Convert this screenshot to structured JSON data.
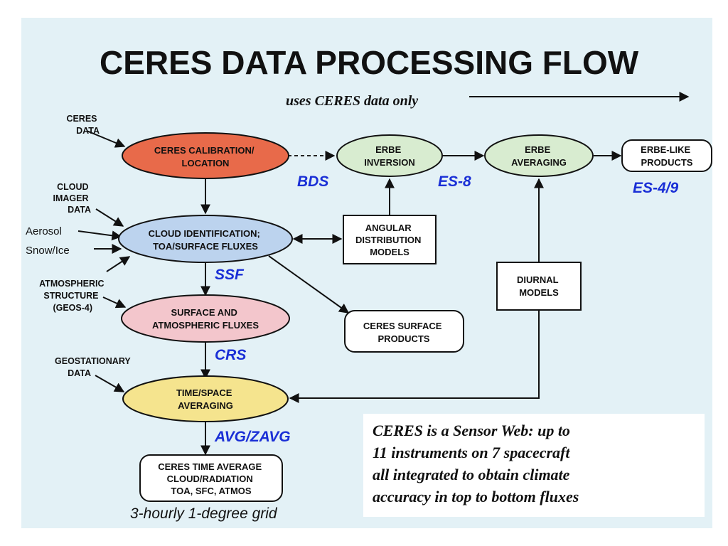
{
  "title": "CERES DATA PROCESSING FLOW",
  "note": "uses CERES data only",
  "inputs": {
    "ceres_data": [
      "CERES",
      "DATA"
    ],
    "cloud_imager": [
      "CLOUD",
      "IMAGER",
      "DATA"
    ],
    "aerosol": "Aerosol",
    "snow_ice": "Snow/Ice",
    "atmospheric_structure": [
      "ATMOSPHERIC",
      "STRUCTURE",
      "(GEOS-4)"
    ],
    "geostationary": [
      "GEOSTATIONARY",
      "DATA"
    ]
  },
  "nodes": {
    "calibration": [
      "CERES CALIBRATION/",
      "LOCATION"
    ],
    "erbe_inversion": [
      "ERBE",
      "INVERSION"
    ],
    "erbe_averaging": [
      "ERBE",
      "AVERAGING"
    ],
    "erbe_like_products": [
      "ERBE-LIKE",
      "PRODUCTS"
    ],
    "cloud_identification": [
      "CLOUD IDENTIFICATION;",
      "TOA/SURFACE FLUXES"
    ],
    "angular_models": [
      "ANGULAR",
      "DISTRIBUTION",
      "MODELS"
    ],
    "surface_atmo_fluxes": [
      "SURFACE AND",
      "ATMOSPHERIC FLUXES"
    ],
    "surface_products": [
      "CERES SURFACE",
      "PRODUCTS"
    ],
    "diurnal_models": [
      "DIURNAL",
      "MODELS"
    ],
    "time_space_averaging": [
      "TIME/SPACE",
      "AVERAGING"
    ],
    "time_average": [
      "CERES TIME AVERAGE",
      "CLOUD/RADIATION",
      "TOA, SFC, ATMOS"
    ]
  },
  "products": {
    "bds": "BDS",
    "es8": "ES-8",
    "es49": "ES-4/9",
    "ssf": "SSF",
    "crs": "CRS",
    "avg": "AVG/ZAVG"
  },
  "grid_note": "3-hourly 1-degree grid",
  "callout": [
    "CERES is a Sensor Web: up to",
    "11 instruments on 7 spacecraft",
    "all integrated to obtain climate",
    "accuracy in top to bottom fluxes"
  ],
  "colors": {
    "background": "#e3f1f6",
    "calibration_fill": "#e86a4a",
    "cloud_fill": "#bcd3ee",
    "surface_fill": "#f3c6cc",
    "averaging_fill": "#f5e48e",
    "erbe_fill": "#d8ecd0",
    "product_text": "#1a2fd6"
  }
}
